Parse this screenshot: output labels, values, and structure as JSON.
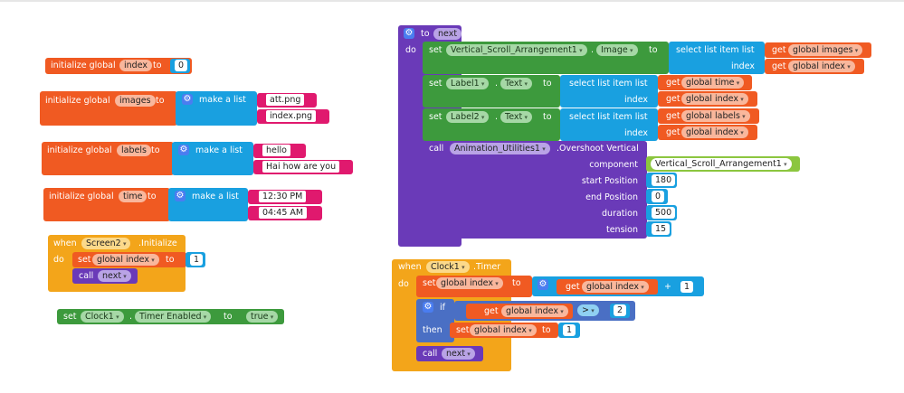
{
  "ui": {
    "to": "to",
    "do": "do",
    "set": "set",
    "call": "call",
    "when": "when",
    "get": "get",
    "if": "if",
    "then": "then",
    "make_a_list": "make a list",
    "initialize_global": "initialize global",
    "select_list_item_list": "select list item  list",
    "index": "index",
    "dot": "."
  },
  "init_index": {
    "name": "index",
    "value": "0"
  },
  "init_images": {
    "name": "images",
    "items": [
      "att.png",
      "index.png"
    ]
  },
  "init_labels": {
    "name": "labels",
    "items": [
      "hello",
      "Hai how are you"
    ]
  },
  "init_time": {
    "name": "time",
    "items": [
      "12:30 PM",
      "04:45 AM"
    ]
  },
  "screen_init": {
    "component": "Screen2",
    "event": ".Initialize",
    "set_var": "global index",
    "set_value": "1",
    "call_proc": "next"
  },
  "timer_enabled": {
    "component": "Clock1",
    "property": "Timer Enabled",
    "value": "true"
  },
  "proc_next": {
    "name": "next",
    "set1": {
      "component": "Vertical_Scroll_Arrangement1",
      "property": "Image",
      "list": "global images",
      "index": "global index"
    },
    "set2": {
      "component": "Label1",
      "property": "Text",
      "list": "global time",
      "index": "global index"
    },
    "set3": {
      "component": "Label2",
      "property": "Text",
      "list": "global labels",
      "index": "global index"
    },
    "call": {
      "component": "Animation_Utilities1",
      "method": ".Overshoot Vertical",
      "params": [
        {
          "label": "component",
          "value": "Vertical_Scroll_Arrangement1"
        },
        {
          "label": "start Position",
          "value": "180"
        },
        {
          "label": "end Position",
          "value": "0"
        },
        {
          "label": "duration",
          "value": "500"
        },
        {
          "label": "tension",
          "value": "15"
        }
      ]
    }
  },
  "clock_timer": {
    "component": "Clock1",
    "event": ".Timer",
    "set_var": "global index",
    "get_var": "global index",
    "plus": "+",
    "plus_value": "1",
    "if_get": "global index",
    "compare_op": ">",
    "compare_value": "2",
    "then_set": "global index",
    "then_value": "1",
    "call_proc": "next"
  }
}
